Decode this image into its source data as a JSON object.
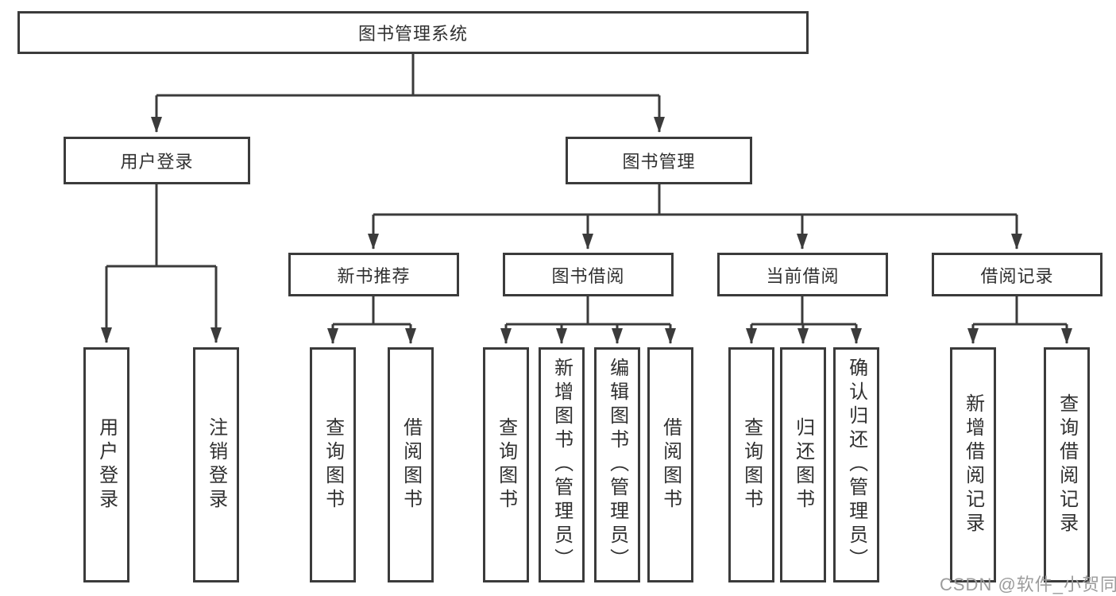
{
  "diagram_type": "hierarchy-tree",
  "tree": {
    "root": {
      "label": "图书管理系统",
      "children": [
        {
          "label": "用户登录",
          "children": [
            {
              "label": "用户登录"
            },
            {
              "label": "注销登录"
            }
          ]
        },
        {
          "label": "图书管理",
          "children": [
            {
              "label": "新书推荐",
              "children": [
                {
                  "label": "查询图书"
                },
                {
                  "label": "借阅图书"
                }
              ]
            },
            {
              "label": "图书借阅",
              "children": [
                {
                  "label": "查询图书"
                },
                {
                  "label": "新增图书（管理员）"
                },
                {
                  "label": "编辑图书（管理员）"
                },
                {
                  "label": "借阅图书"
                }
              ]
            },
            {
              "label": "当前借阅",
              "children": [
                {
                  "label": "查询图书"
                },
                {
                  "label": "归还图书"
                },
                {
                  "label": "确认归还（管理员）"
                }
              ]
            },
            {
              "label": "借阅记录",
              "children": [
                {
                  "label": "新增借阅记录"
                },
                {
                  "label": "查询借阅记录"
                }
              ]
            }
          ]
        }
      ]
    }
  },
  "watermark": {
    "text": "CSDN @软件_小贺同学"
  },
  "colors": {
    "line": "#3b3b3b",
    "node_border": "#3b3b3b",
    "node_fill": "#ffffff",
    "text": "#303030",
    "watermark": "#9c9c9c",
    "background": "#ffffff"
  }
}
